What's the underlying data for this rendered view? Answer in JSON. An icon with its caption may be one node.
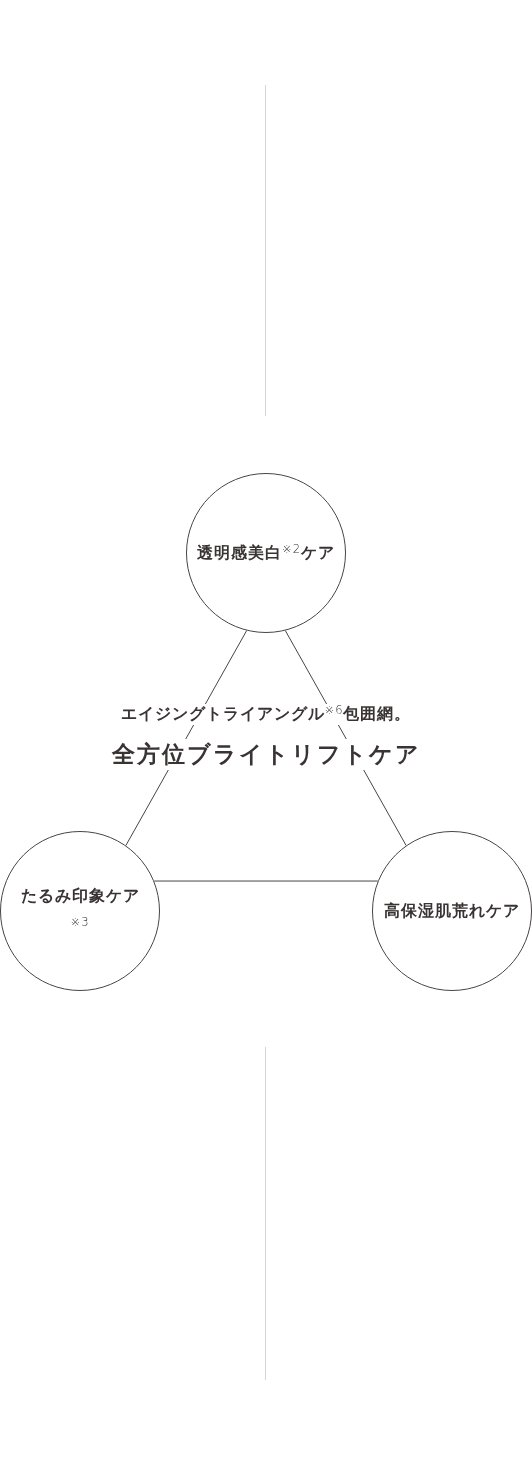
{
  "diagram": {
    "nodes": [
      {
        "text": [
          "透明感美白$^{※2}$ケア"
        ]
      },
      {
        "text": [
          "たるみ印象ケア$^{※3}$"
        ]
      },
      {
        "text": [
          "高保湿肌荒れケア"
        ]
      }
    ],
    "edges": [
      {
        "from": 0,
        "to": 1,
        "arrow": "none"
      },
      {
        "from": 0,
        "to": 2,
        "arrow": "none"
      },
      {
        "from": 1,
        "to": 2,
        "arrow": "none"
      }
    ],
    "labels": [
      "エイジングトライアングル$^{※6}$包囲網。",
      "全方位ブライトリフトケア"
    ]
  }
}
